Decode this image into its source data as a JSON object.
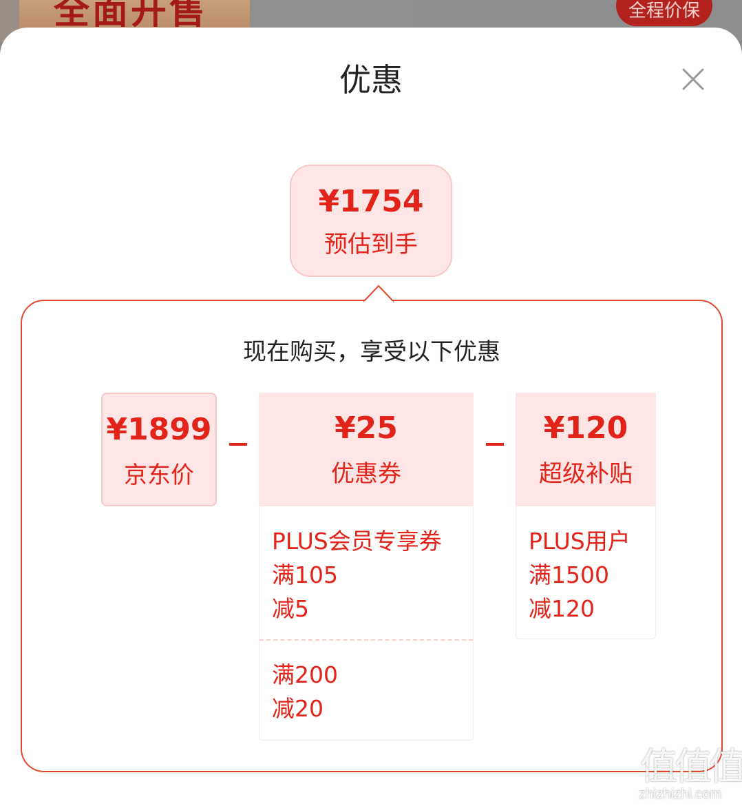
{
  "background": {
    "banner_text": "全面开售",
    "badge_text": "全程价保"
  },
  "sheet": {
    "title": "优惠",
    "close_icon": "close-icon"
  },
  "estimate": {
    "price": "¥1754",
    "label": "预估到手"
  },
  "panel": {
    "heading": "现在购买，享受以下优惠",
    "jd_price": {
      "amount": "¥1899",
      "label": "京东价"
    },
    "coupon": {
      "amount": "¥25",
      "label": "优惠券",
      "items": [
        {
          "lines": [
            "PLUS会员专享券",
            "满105",
            "减5"
          ]
        },
        {
          "lines": [
            "满200",
            "减20"
          ]
        }
      ]
    },
    "subsidy": {
      "amount": "¥120",
      "label": "超级补贴",
      "items": [
        {
          "lines": [
            "PLUS用户",
            "满1500",
            "减120"
          ]
        }
      ]
    }
  },
  "watermark": {
    "glyphs": "值值值",
    "text": "zhizhizhi.com"
  },
  "colors": {
    "accent_red": "#e2231a",
    "pink_fill": "#fde6e5",
    "panel_border": "#e2472f"
  }
}
